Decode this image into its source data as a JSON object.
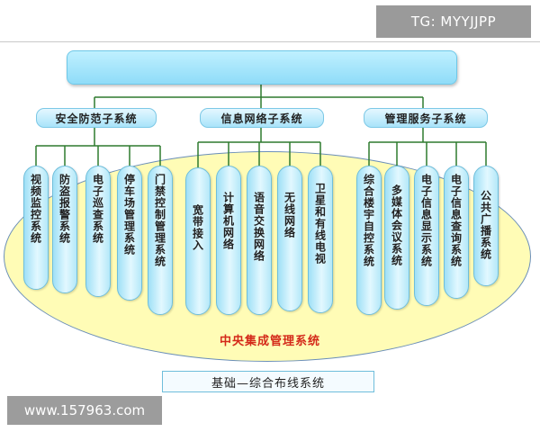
{
  "watermarks": {
    "top_right": "TG: MYYJJPP",
    "bottom_left": "www.157963.com"
  },
  "title": "",
  "subsystems": [
    {
      "label": "安全防范子系统",
      "children": [
        "视频监控系统",
        "防盗报警系统",
        "电子巡查系统",
        "停车场管理系统",
        "门禁控制管理系统"
      ]
    },
    {
      "label": "信息网络子系统",
      "children": [
        "宽带接入",
        "计算机网络",
        "语音交换网络",
        "无线网络",
        "卫星和有线电视"
      ]
    },
    {
      "label": "管理服务子系统",
      "children": [
        "综合楼宇自控系统",
        "多媒体会议系统",
        "电子信息显示系统",
        "电子信息查询系统",
        "公共广播系统"
      ]
    }
  ],
  "central_label": "中央集成管理系统",
  "base_label": "基础—综合布线系统",
  "colors": {
    "connector": "#2e7a2e",
    "ellipse_fill": "#fffcb6",
    "central_text": "#d42a1a",
    "box_blue": "#a9e4fa"
  }
}
